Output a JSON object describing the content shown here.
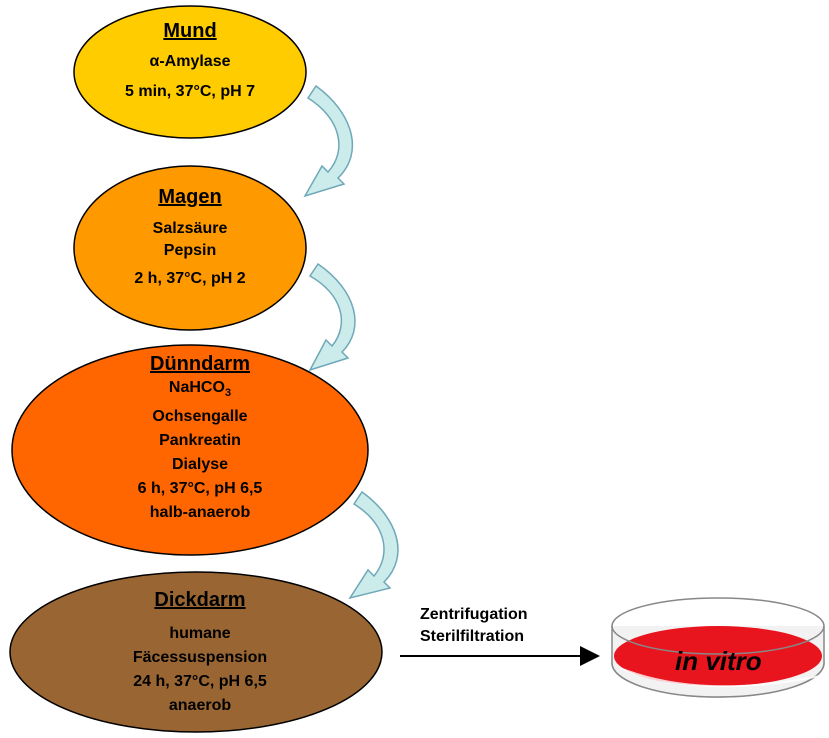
{
  "stages": [
    {
      "title": "Mund",
      "lines": [
        "α-Amylase",
        "5 min, 37°C, pH 7"
      ],
      "color": "#FFCC00"
    },
    {
      "title": "Magen",
      "lines": [
        "Salzsäure",
        "Pepsin",
        "2 h, 37°C, pH 2"
      ],
      "color": "#FF9900"
    },
    {
      "title": "Dünndarm",
      "lines": [
        "NaHCO",
        "Ochsengalle",
        "Pankreatin",
        "Dialyse",
        "6 h, 37°C, pH 6,5",
        "halb-anaerob"
      ],
      "color": "#FF6600"
    },
    {
      "title": "Dickdarm",
      "lines": [
        "humane",
        "Fäcessuspension",
        "24 h, 37°C, pH 6,5",
        "anaerob"
      ],
      "color": "#996633"
    }
  ],
  "nahco3_subscript": "3",
  "process": {
    "line1": "Zentrifugation",
    "line2": "Sterilfiltration"
  },
  "dish_label": "in vitro",
  "colors": {
    "arrow_fill": "#CCECEC",
    "arrow_stroke": "#6FA8B8",
    "dish_liquid": "#E8141E"
  }
}
